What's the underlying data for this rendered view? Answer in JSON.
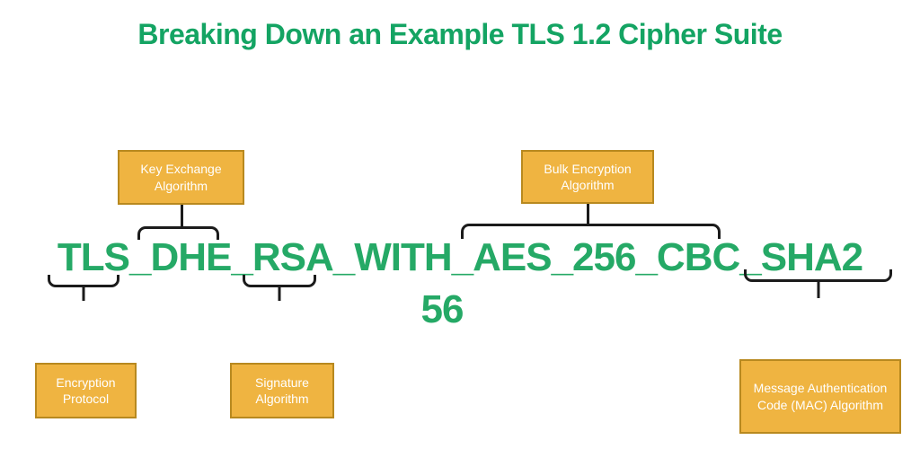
{
  "title": "Breaking Down an Example TLS 1.2 Cipher Suite",
  "cipher_suite": {
    "line1": "TLS_DHE_RSA_WITH_AES_256_CBC_SHA2",
    "line2": "56"
  },
  "segments": {
    "tls": {
      "segment": "TLS",
      "label": "Encryption Protocol",
      "label_position": "below"
    },
    "dhe": {
      "segment": "DHE",
      "label": "Key Exchange Algorithm",
      "label_position": "above"
    },
    "rsa": {
      "segment": "RSA",
      "label": "Signature Algorithm",
      "label_position": "below"
    },
    "aes": {
      "segment": "AES_256_CBC",
      "label": "Bulk Encryption Algorithm",
      "label_position": "above"
    },
    "sha": {
      "segment": "SHA256",
      "label": "Message Authentication Code (MAC) Algorithm",
      "label_position": "below"
    }
  },
  "colors": {
    "title_green": "#14a463",
    "cipher_green": "#25a966",
    "box_fill": "#efb441",
    "box_border": "#b8891f",
    "box_text": "#ffffff",
    "brace_color": "#1b1b1b",
    "background": "#ffffff"
  }
}
